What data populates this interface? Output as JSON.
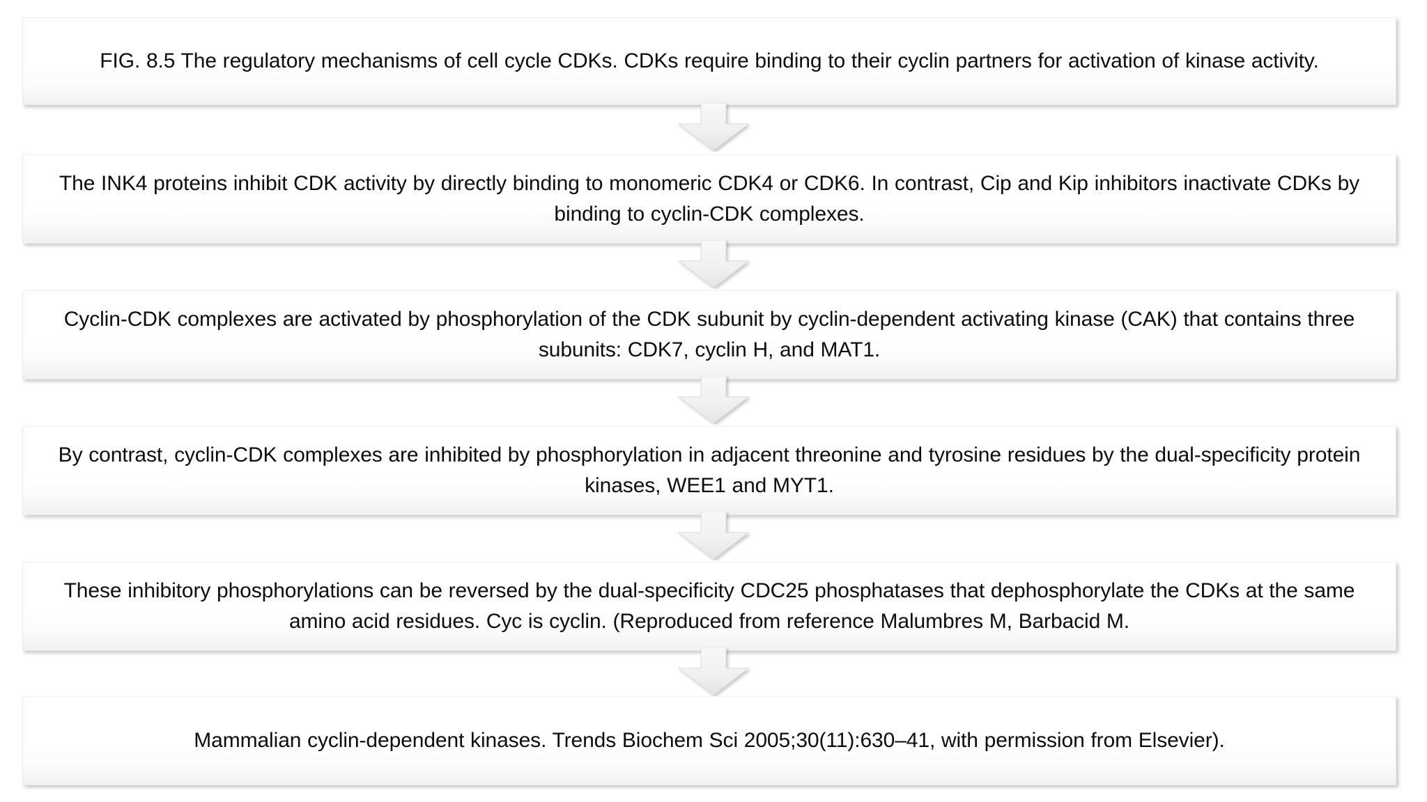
{
  "figure": {
    "id": "FIG. 8.5",
    "type": "process-flow-diagram",
    "orientation": "vertical",
    "connector": "down-arrow",
    "step_count": 6,
    "arrow_count": 5,
    "colors": {
      "box_fill_top": "#ffffff",
      "box_fill_bottom": "#f1f1f1",
      "box_border": "#eceaea",
      "arrow_fill_top": "#f7f7f7",
      "arrow_fill_bottom": "#e9e9e9",
      "arrow_border": "#dcdcdc",
      "text": "#0d0d0d",
      "page_background": "#ffffff"
    }
  },
  "steps": [
    {
      "index": 1,
      "name": "figure-caption",
      "text": "FIG. 8.5 The regulatory mechanisms of cell cycle CDKs. CDKs require binding to their cyclin partners for activation of kinase activity."
    },
    {
      "index": 2,
      "name": "ink4-inhibition",
      "text": "The INK4 proteins inhibit CDK activity by directly binding to monomeric CDK4 or CDK6. In contrast, Cip and Kip inhibitors inactivate CDKs by binding to cyclin-CDK complexes."
    },
    {
      "index": 3,
      "name": "cak-activation",
      "text": "Cyclin-CDK complexes are activated by phosphorylation of the CDK subunit by cyclin-dependent activating kinase (CAK) that contains three subunits: CDK7, cyclin H, and MAT1."
    },
    {
      "index": 4,
      "name": "wee1-myt1-inhibition",
      "text": "By contrast, cyclin-CDK complexes are inhibited by phosphorylation in adjacent threonine and tyrosine residues by the dual-specificity protein kinases, WEE1 and MYT1."
    },
    {
      "index": 5,
      "name": "cdc25-dephosphorylation",
      "text": "These inhibitory phosphorylations can be reversed by the dual-specificity CDC25 phosphatases that dephosphorylate the CDKs at the same amino acid residues. Cyc is cyclin. (Reproduced from reference Malumbres M, Barbacid M."
    },
    {
      "index": 6,
      "name": "source-citation",
      "text": "Mammalian cyclin-dependent kinases. Trends Biochem Sci 2005;30(11):630–41, with permission from Elsevier)."
    }
  ],
  "connectors": [
    {
      "index": 1,
      "name": "arrow-step1-to-step2",
      "direction": "down"
    },
    {
      "index": 2,
      "name": "arrow-step2-to-step3",
      "direction": "down"
    },
    {
      "index": 3,
      "name": "arrow-step3-to-step4",
      "direction": "down"
    },
    {
      "index": 4,
      "name": "arrow-step4-to-step5",
      "direction": "down"
    },
    {
      "index": 5,
      "name": "arrow-step5-to-step6",
      "direction": "down"
    }
  ]
}
